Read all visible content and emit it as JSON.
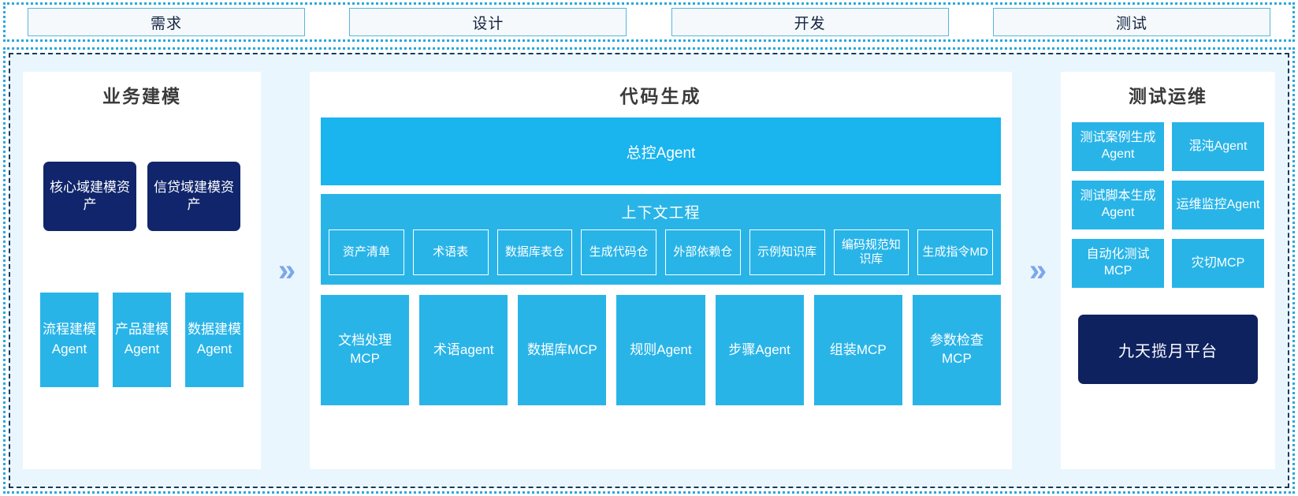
{
  "phases": [
    {
      "label": "需求"
    },
    {
      "label": "设计"
    },
    {
      "label": "开发"
    },
    {
      "label": "测试"
    }
  ],
  "separators": {
    "chevron_glyph": "»",
    "chevron_color": "#7da7ec"
  },
  "colors": {
    "accent_blue": "#29b4e8",
    "master_blue": "#1ab4ef",
    "navy": "#10256b",
    "stage_bg": "#e9f6fd",
    "dotted_border": "#29a8dd",
    "dashed_border": "#1b3a5c"
  },
  "left_panel": {
    "title": "业务建模",
    "assets": [
      {
        "label": "核心域建模资产"
      },
      {
        "label": "信贷域建模资产"
      }
    ],
    "agents": [
      {
        "label": "流程建模Agent"
      },
      {
        "label": "产品建模Agent"
      },
      {
        "label": "数据建模Agent"
      }
    ]
  },
  "center_panel": {
    "title": "代码生成",
    "master_agent": "总控Agent",
    "context": {
      "title": "上下文工程",
      "items": [
        {
          "label": "资产清单"
        },
        {
          "label": "术语表"
        },
        {
          "label": "数据库表仓"
        },
        {
          "label": "生成代码仓"
        },
        {
          "label": "外部依赖仓"
        },
        {
          "label": "示例知识库"
        },
        {
          "label": "编码规范知识库"
        },
        {
          "label": "生成指令MD"
        }
      ]
    },
    "tools": [
      {
        "label": "文档处理MCP"
      },
      {
        "label": "术语agent"
      },
      {
        "label": "数据库MCP"
      },
      {
        "label": "规则Agent"
      },
      {
        "label": "步骤Agent"
      },
      {
        "label": "组装MCP"
      },
      {
        "label": "参数检查MCP"
      }
    ]
  },
  "right_panel": {
    "title": "测试运维",
    "items": [
      {
        "label": "测试案例生成Agent"
      },
      {
        "label": "混沌Agent"
      },
      {
        "label": "测试脚本生成Agent"
      },
      {
        "label": "运维监控Agent"
      },
      {
        "label": "自动化测试MCP"
      },
      {
        "label": "灾切MCP"
      }
    ],
    "platform": "九天揽月平台"
  }
}
